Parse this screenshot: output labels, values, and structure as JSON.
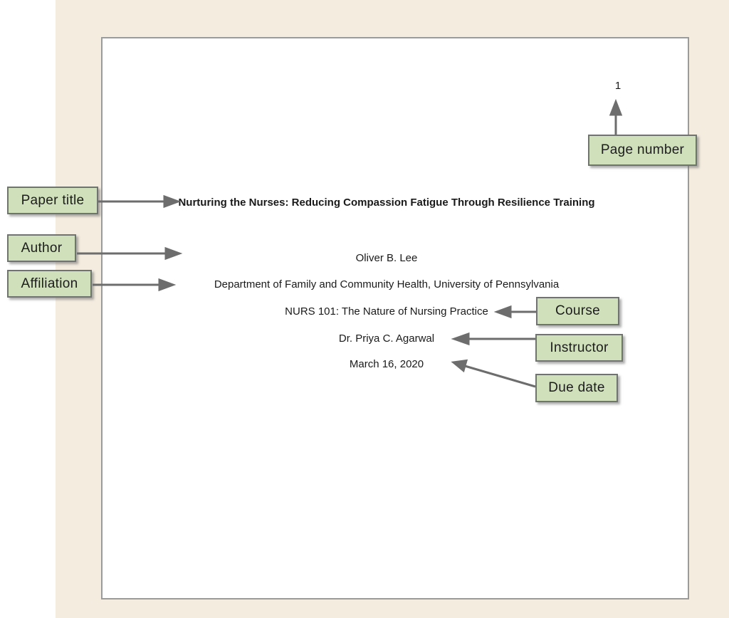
{
  "figure": {
    "description_labels": {
      "paper_title": "Paper title",
      "author": "Author",
      "affiliation": "Affiliation",
      "course": "Course",
      "instructor": "Instructor",
      "due_date": "Due date",
      "page_number": "Page number"
    },
    "document": {
      "page_number": "1",
      "title": "Nurturing the Nurses: Reducing Compassion Fatigue Through Resilience Training",
      "author": "Oliver B. Lee",
      "affiliation": "Department of Family and Community Health, University of Pennsylvania",
      "course": "NURS 101: The Nature of Nursing Practice",
      "instructor": "Dr. Priya C. Agarwal",
      "due_date": "March 16, 2020"
    },
    "colors": {
      "label_fill": "#cfe0ba",
      "label_border": "#70746f",
      "arrow": "#6d6d6d",
      "page_border": "#9b9b9b",
      "background_mat": "#f4ecdf",
      "page_background": "#ffffff",
      "text": "#1a1a1a"
    }
  }
}
